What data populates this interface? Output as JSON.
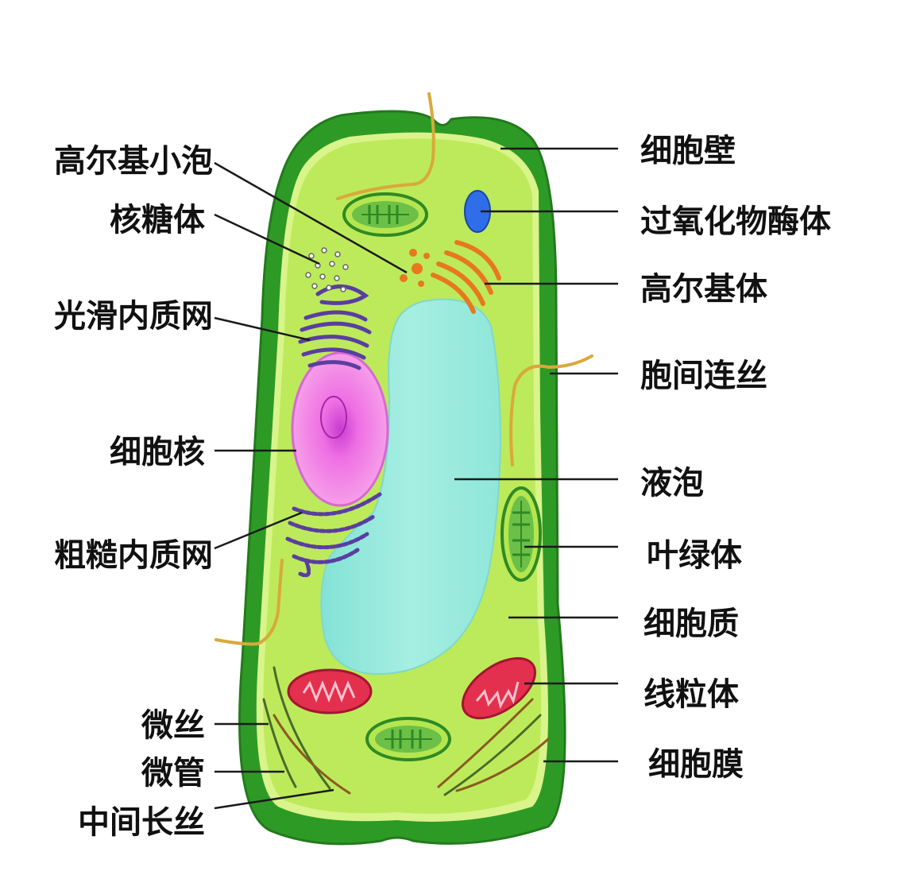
{
  "diagram": {
    "labels_left": {
      "golgi_vesicle": "高尔基小泡",
      "ribosome": "核糖体",
      "smooth_er": "光滑内质网",
      "nucleus": "细胞核",
      "rough_er": "粗糙内质网",
      "microfilament": "微丝",
      "microtubule": "微管",
      "intermediate_filament": "中间长丝"
    },
    "labels_right": {
      "cell_wall": "细胞壁",
      "peroxisome": "过氧化物酶体",
      "golgi_body": "高尔基体",
      "plasmodesmata": "胞间连丝",
      "vacuole": "液泡",
      "chloroplast": "叶绿体",
      "cytoplasm": "细胞质",
      "mitochondrion": "线粒体",
      "cell_membrane": "细胞膜"
    },
    "colors": {
      "cell_wall": "#2e9a26",
      "cell_wall_dark": "#237a1c",
      "cytoplasm": "#bdea5a",
      "membrane": "#d9f48a",
      "vacuole": "#a2ecdf",
      "nucleus": "#f28fe0",
      "nucleolus": "#c93bd2",
      "mitochondrion": "#e3304f",
      "golgi": "#e8781e",
      "peroxisome": "#2f6ee8",
      "er": "#5a3ea0",
      "chloroplast": "#6cc048",
      "plasmodesmata": "#d9a93c"
    }
  }
}
